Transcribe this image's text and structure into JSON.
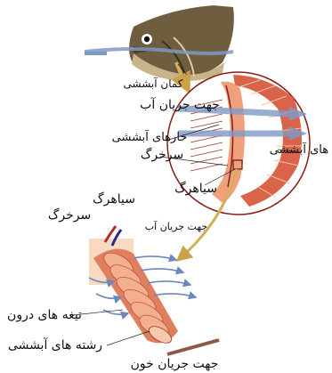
{
  "labels": {
    "gill_arch": "کمان آبششی",
    "water_flow_dir": "جهت جریان آب",
    "gill_rakers": "خارهای آبششی",
    "artery_top": "سرخرگ",
    "gill_filaments_top": "رشته های آبششی",
    "vein_top": "سیاهرگ",
    "vein_bottom": "سیاهرگ",
    "artery_bottom": "سرخرگ",
    "water_flow_dir_small": "جهت جریان آب",
    "inner_plates": "تیغه های درون",
    "gill_filaments_bottom": "رشته های آبششی",
    "blood_flow_dir": "جهت جریان خون"
  },
  "colors": {
    "water_arrow": "#7f98c6",
    "gill_red": "#d9644a",
    "gill_light": "#f4b08e",
    "circle_outline": "#8c1d16",
    "zoom_arrow": "#d3b055",
    "fish_body": "#6e5d3f",
    "blood_arrow": "#8c5a48"
  }
}
